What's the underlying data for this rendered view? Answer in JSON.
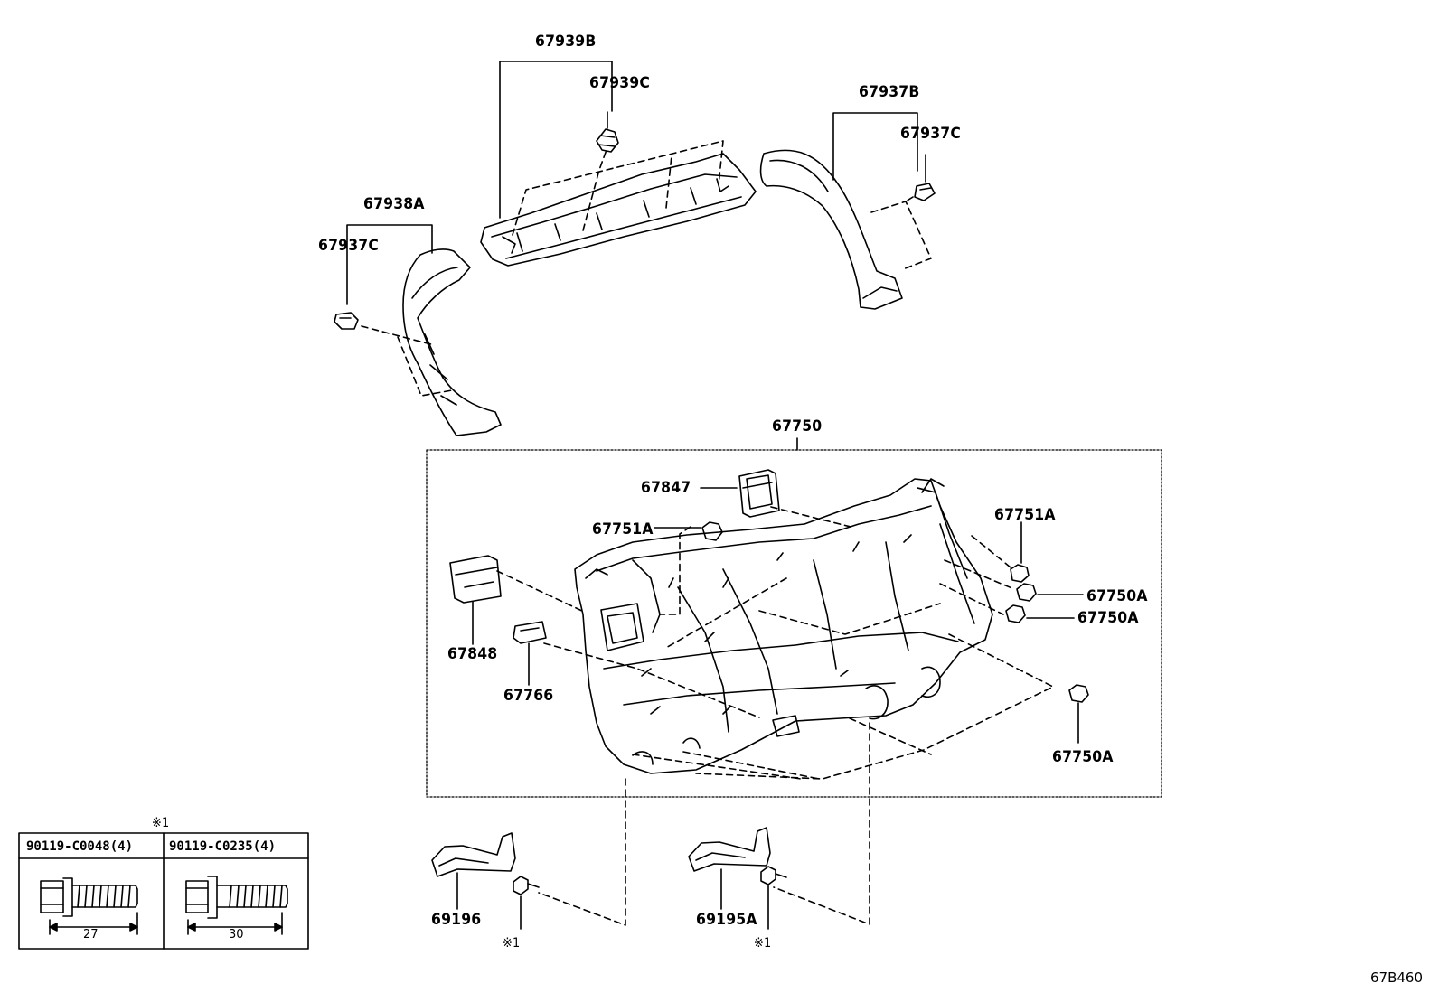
{
  "labels": {
    "p67939B": "67939B",
    "p67939C": "67939C",
    "p67937B": "67937B",
    "p67937C_right": "67937C",
    "p67938A": "67938A",
    "p67937C_left": "67937C",
    "p67750": "67750",
    "p67847": "67847",
    "p67751A_left": "67751A",
    "p67751A_right": "67751A",
    "p67750A_1": "67750A",
    "p67750A_2": "67750A",
    "p67750A_3": "67750A",
    "p67848": "67848",
    "p67766": "67766",
    "p69196": "69196",
    "p69195A": "69195A",
    "note_1a": "※1",
    "note_1b": "※1"
  },
  "bolt_table": {
    "note": "※1",
    "col1_part": "90119-C0048(4)",
    "col1_length": "27",
    "col2_part": "90119-C0235(4)",
    "col2_length": "30"
  },
  "diagram_code": "67B460"
}
